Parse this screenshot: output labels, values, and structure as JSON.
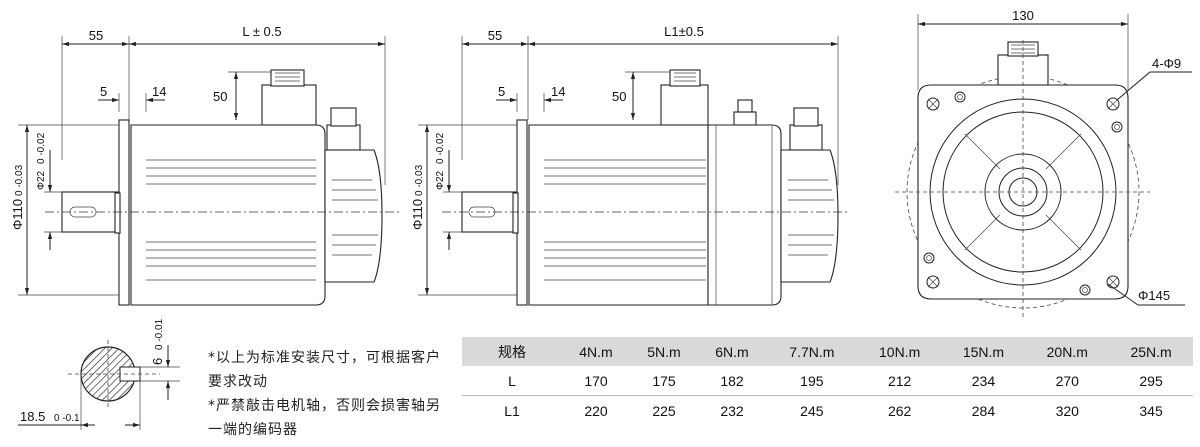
{
  "side_view": {
    "dim_shaft_len": "55",
    "dim_length": "L ± 0.5",
    "dim_key_offset": "5",
    "dim_flange": "14",
    "dim_connector_h": "50",
    "dim_flange_dia": "Φ110",
    "dim_flange_tol": "0 -0.03",
    "dim_shaft_dia": "Φ22",
    "dim_shaft_tol": "0 -0.02"
  },
  "brake_view": {
    "dim_shaft_len": "55",
    "dim_length": "L1±0.5",
    "dim_key_offset": "5",
    "dim_flange": "14",
    "dim_connector_h": "50",
    "dim_flange_dia": "Φ110",
    "dim_flange_tol": "0 -0.03",
    "dim_shaft_dia": "Φ22",
    "dim_shaft_tol": "0 -0.02"
  },
  "front_view": {
    "dim_width": "130",
    "dim_holes": "4-Φ9",
    "dim_pcd": "Φ145"
  },
  "shaft_section": {
    "dim_key": "6",
    "dim_key_tol": "0 -0.01",
    "dim_depth": "18.5",
    "dim_depth_tol": "0 -0.1"
  },
  "notes": {
    "note1": "*以上为标准安装尺寸，可根据客户要求改动",
    "note2": "*严禁敲击电机轴，否则会损害轴另一端的编码器"
  },
  "spec_table": {
    "header": [
      "规格",
      "4N.m",
      "5N.m",
      "6N.m",
      "7.7N.m",
      "10N.m",
      "15N.m",
      "20N.m",
      "25N.m"
    ],
    "rows": [
      [
        "L",
        "170",
        "175",
        "182",
        "195",
        "212",
        "234",
        "270",
        "295"
      ],
      [
        "L1",
        "220",
        "225",
        "232",
        "245",
        "262",
        "284",
        "320",
        "345"
      ]
    ]
  },
  "colors": {
    "line": "#222222",
    "header_bg": "#d9d9d9"
  }
}
